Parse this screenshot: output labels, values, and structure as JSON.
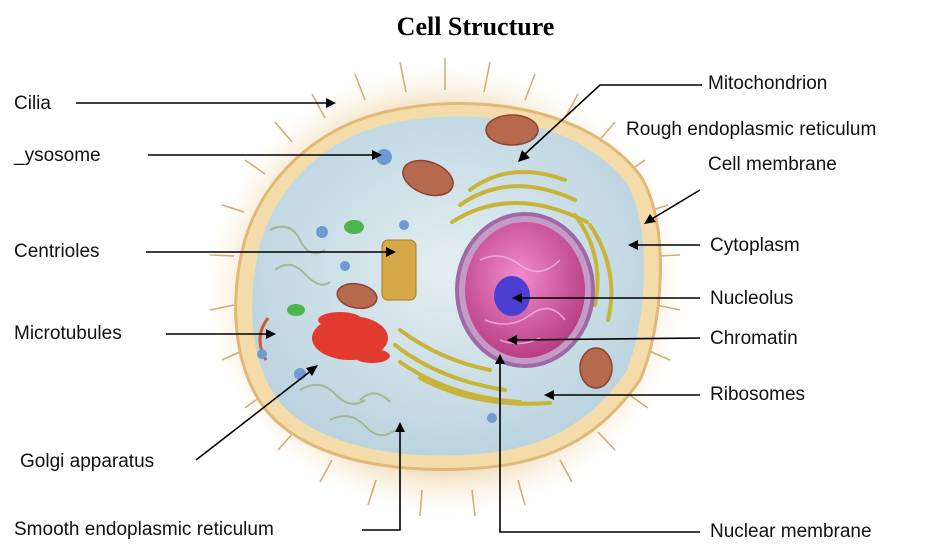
{
  "title": "Cell Structure",
  "labels": {
    "cilia": "Cilia",
    "lysosome": "_ysosome",
    "centrioles": "Centrioles",
    "microtubules": "Microtubules",
    "golgi": "Golgi apparatus",
    "smooth_er": "Smooth endoplasmic reticulum",
    "mitochondrion": "Mitochondrion",
    "rough_er": "Rough endoplasmic reticulum",
    "cell_membrane": "Cell membrane",
    "cytoplasm": "Cytoplasm",
    "nucleolus": "Nucleolus",
    "chromatin": "Chromatin",
    "ribosomes": "Ribosomes",
    "nuclear_membrane": "Nuclear membrane"
  },
  "colors": {
    "cilia": "#d9b27a",
    "membrane": "#f3dca9",
    "cytoplasm": "#c8dde6",
    "nucleus": "#d85ea6",
    "nucleolus": "#4b3ed1",
    "golgi": "#e23a2e",
    "rough_er": "#c9b43a",
    "mitochondria": "#b56a4e"
  }
}
